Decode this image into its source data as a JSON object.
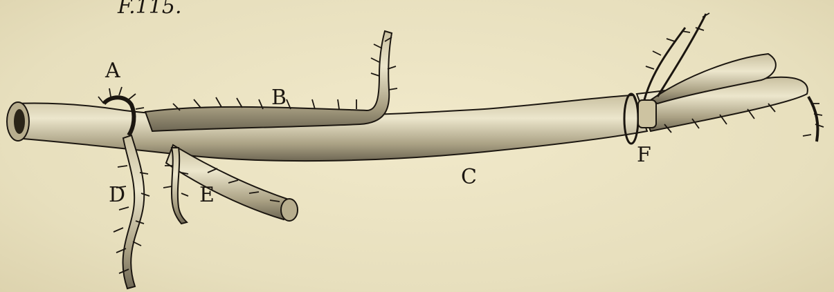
{
  "caption": "F.115.",
  "labels": {
    "a": "A",
    "b": "B",
    "c": "C",
    "d": "D",
    "e": "E",
    "f": "F"
  },
  "colors": {
    "paper": "#ece4c4",
    "ink": "#1b1610",
    "vessel": "#d9d0ac"
  }
}
